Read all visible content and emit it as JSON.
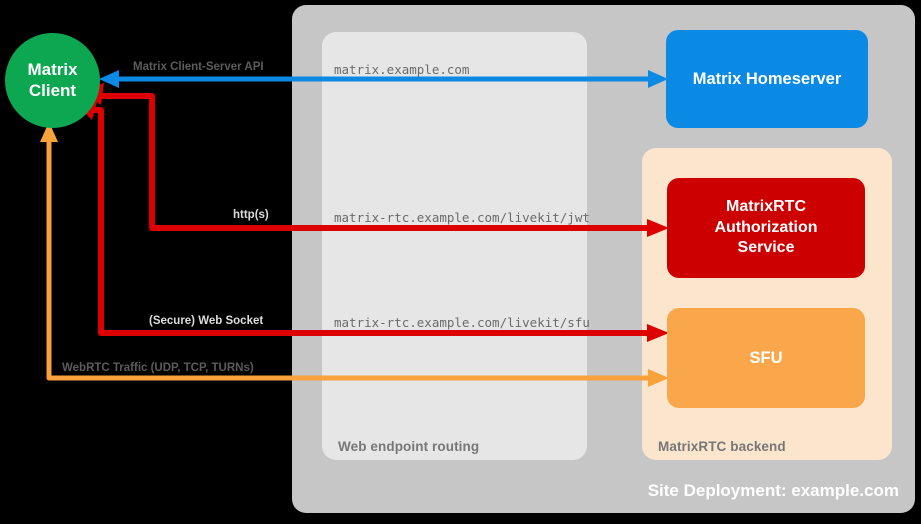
{
  "diagram": {
    "title": "Site Deployment: example.com",
    "containers": {
      "site": "Site Deployment: example.com",
      "routing": "Web endpoint routing",
      "backend": "MatrixRTC backend"
    },
    "nodes": {
      "client": "Matrix\nClient",
      "client_line1": "Matrix",
      "client_line2": "Client",
      "homeserver": "Matrix Homeserver",
      "auth_line1": "MatrixRTC",
      "auth_line2": "Authorization",
      "auth_line3": "Service",
      "sfu": "SFU"
    },
    "edges": [
      {
        "id": "cs-api",
        "label": "Matrix Client-Server API",
        "endpoint": "matrix.example.com",
        "color": "#0b8ae5",
        "direction": "bidirectional",
        "from": "Matrix Client",
        "to": "Matrix Homeserver"
      },
      {
        "id": "jwt",
        "label": "http(s)",
        "endpoint": "matrix-rtc.example.com/livekit/jwt",
        "color": "#dd0000",
        "direction": "bidirectional",
        "from": "Matrix Client",
        "to": "MatrixRTC Authorization Service"
      },
      {
        "id": "sfu-ws",
        "label": "(Secure) Web Socket",
        "endpoint": "matrix-rtc.example.com/livekit/sfu",
        "color": "#dd0000",
        "direction": "bidirectional",
        "from": "Matrix Client",
        "to": "SFU"
      },
      {
        "id": "webrtc",
        "label": "WebRTC Traffic (UDP, TCP, TURNs)",
        "endpoint": "",
        "color": "#f9a13a",
        "direction": "bidirectional",
        "from": "Matrix Client",
        "to": "SFU"
      }
    ],
    "colors": {
      "background": "#000000",
      "site_container": "#c6c6c6",
      "routing_container": "#e6e6e6",
      "backend_container": "#fce5cd",
      "client": "#0ca750",
      "homeserver": "#0b8ae5",
      "auth_service": "#cc0000",
      "sfu": "#f9a74a",
      "blue_arrow": "#0b8ae5",
      "red_arrow": "#dd0000",
      "orange_arrow": "#f9a13a",
      "label_grey": "#5b5b5b",
      "endpoint_grey": "#6b6b6b"
    }
  }
}
